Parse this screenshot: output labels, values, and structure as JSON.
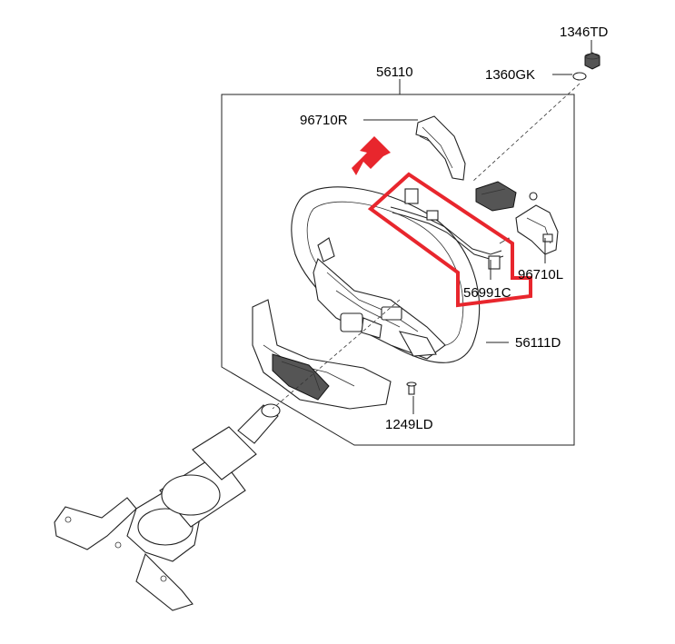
{
  "labels": {
    "p1346td": "1346TD",
    "p1360gk": "1360GK",
    "p56110": "56110",
    "p96710r": "96710R",
    "p96710l": "96710L",
    "p56991c": "56991C",
    "p56111d": "56111D",
    "p1249ld": "1249LD"
  },
  "colors": {
    "highlight": "#e8262d",
    "line": "#222222"
  }
}
